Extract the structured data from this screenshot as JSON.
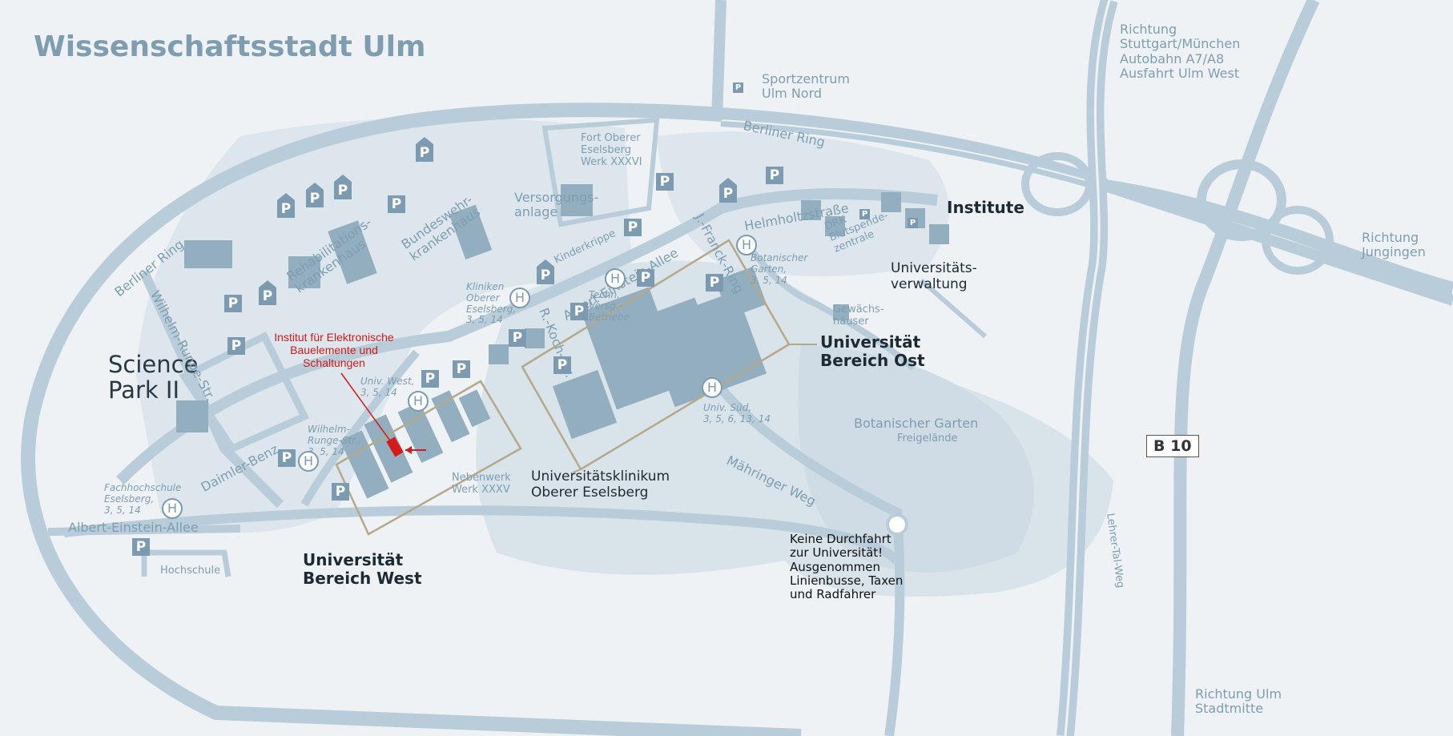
{
  "title": "Wissenschaftsstadt Ulm",
  "colors": {
    "road": "#b9ccd9",
    "area": "#dbe5ec",
    "building": "#93aebf",
    "label": "#7f9db1",
    "highlight": "#d41a1a",
    "boundary": "#b5a98a"
  },
  "highlight": {
    "label": "Institut für Elektronische\nBauelemente und\nSchaltungen"
  },
  "areas": {
    "science_park": "Science\nPark II",
    "uni_west": "Universität\nBereich West",
    "uni_ost": "Universität\nBereich Ost",
    "klinikum": "Universitätsklinikum\nOberer Eselsberg",
    "institute": "Institute",
    "verwaltung": "Universitäts-\nverwaltung"
  },
  "streets": {
    "berliner_ring_top": "Berliner Ring",
    "berliner_ring_left": "Berliner Ring",
    "wilhelm_runge": "Wilhelm-Runge-Str.",
    "daimler_benz": "Daimler-Benz",
    "albert_einstein_left": "Albert-Einstein-Allee",
    "albert_einstein_mid": "Albert-Einstein-Allee",
    "r_koch": "R.-Koch-Str.",
    "j_franck": "J.-Franck-Ring",
    "helmholtz": "Helmholtzstraße",
    "maehringer": "Mähringer Weg",
    "lehrer_tal": "Lehrer-Tal-Weg"
  },
  "places": {
    "sportzentrum": "Sportzentrum\nUlm Nord",
    "fort": "Fort Oberer\nEselsberg\nWerk XXXVI",
    "versorgung": "Versorgungs-\nanlage",
    "reha": "Rehabilitations-\nkrankenhaus",
    "bundeswehr": "Bundeswehr-\nkrankenhaus",
    "kinderkrippe": "Kinderkrippe",
    "techn": "Techn.\nVersg.-\nBetriebe",
    "drk": "DRK\nBlutspende-\nzentrale",
    "gewaechs": "Gewächs-\nhäuser",
    "botan_garten": "Botanischer Garten",
    "freigelaende": "Freigelände",
    "nebenwerk": "Nebenwerk\nWerk XXXV",
    "hochschule": "Hochschule",
    "keine_durchfahrt": "Keine Durchfahrt\nzur Universität!\nAusgenommen\nLinienbusse, Taxen\nund Radfahrer"
  },
  "directions": {
    "stuttgart": "Richtung\nStuttgart/München\nAutobahn A7/A8\nAusfahrt Ulm West",
    "jungingen": "Richtung\nJungingen",
    "stadtmitte": "Richtung Ulm\nStadtmitte",
    "b10": "B 10"
  },
  "bus_stops": {
    "kliniken": "Kliniken\nOberer\nEselsberg,\n3, 5, 14",
    "univ_west": "Univ. West,\n3, 5, 14",
    "wilhelm_runge": "Wilhelm-\nRunge-Str.,\n3, 5, 14",
    "fachhochschule": "Fachhochschule\nEselsberg,\n3, 5, 14",
    "botanischer": "Botanischer\nGarten,\n3, 5, 14",
    "univ_sued": "Univ. Süd,\n3, 5, 6, 13, 14"
  },
  "icons": {
    "parking": "P",
    "bus": "H"
  }
}
